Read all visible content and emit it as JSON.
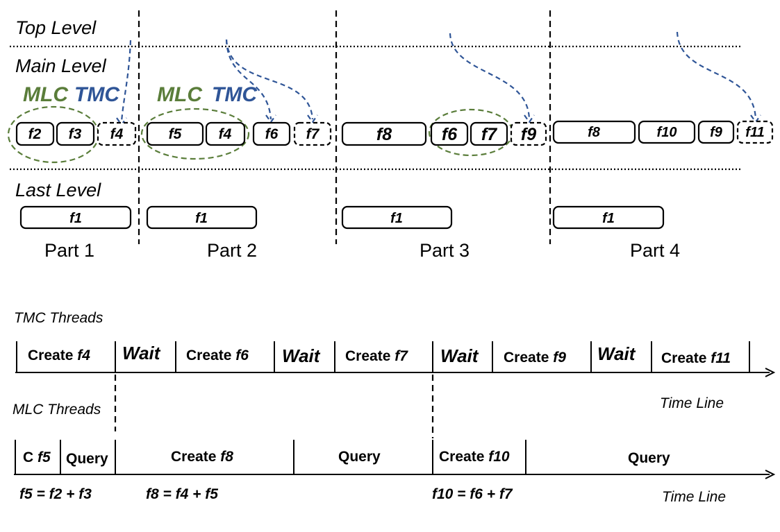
{
  "levels": {
    "top": "Top Level",
    "main": "Main Level",
    "last": "Last Level"
  },
  "legend": {
    "mlc": "MLC",
    "tmc": "TMC"
  },
  "parts": [
    "Part 1",
    "Part 2",
    "Part 3",
    "Part 4"
  ],
  "main_level_boxes": {
    "part1": [
      "f2",
      "f3",
      "f4"
    ],
    "part2": [
      "f5",
      "f4",
      "f6",
      "f7"
    ],
    "part3": [
      "f8",
      "f6",
      "f7",
      "f9"
    ],
    "part4": [
      "f8",
      "f10",
      "f9",
      "f11"
    ]
  },
  "last_level_boxes": [
    "f1",
    "f1",
    "f1",
    "f1"
  ],
  "tmc_threads": {
    "title": "TMC Threads",
    "segments": [
      {
        "text": "Create ",
        "file": "f4"
      },
      {
        "text": "Wait",
        "file": ""
      },
      {
        "text": "Create ",
        "file": "f6"
      },
      {
        "text": "Wait",
        "file": ""
      },
      {
        "text": "Create ",
        "file": "f7"
      },
      {
        "text": "Wait",
        "file": ""
      },
      {
        "text": "Create ",
        "file": "f9"
      },
      {
        "text": "Wait",
        "file": ""
      },
      {
        "text": "Create ",
        "file": "f11"
      }
    ],
    "time_line": "Time Line"
  },
  "mlc_threads": {
    "title": "MLC Threads",
    "segments": [
      {
        "text": "C ",
        "file": "f5"
      },
      {
        "text": "Query",
        "file": ""
      },
      {
        "text": "Create ",
        "file": "f8"
      },
      {
        "text": "Query",
        "file": ""
      },
      {
        "text": "Create ",
        "file": "f10"
      },
      {
        "text": "Query",
        "file": ""
      }
    ],
    "time_line": "Time Line"
  },
  "equations": [
    "f5 = f2 + f3",
    "f8 = f4 + f5",
    "f10 = f6 + f7"
  ],
  "colors": {
    "mlc": "#5a7d3a",
    "tmc": "#2f5597"
  }
}
